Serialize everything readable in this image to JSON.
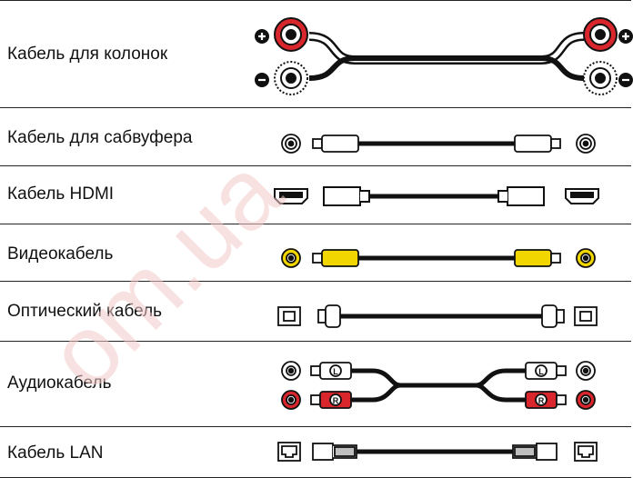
{
  "cables": [
    {
      "label": "Кабель для колонок",
      "icon": "speaker-cable-icon"
    },
    {
      "label": "Кабель для сабвуфера",
      "icon": "subwoofer-cable-icon"
    },
    {
      "label": "Кабель HDMI",
      "icon": "hdmi-cable-icon"
    },
    {
      "label": "Видеокабель",
      "icon": "video-cable-icon"
    },
    {
      "label": "Оптический кабель",
      "icon": "optical-cable-icon"
    },
    {
      "label": "Аудиокабель",
      "icon": "audio-cable-icon"
    },
    {
      "label": "Кабель LAN",
      "icon": "lan-cable-icon"
    }
  ],
  "audio_markers": {
    "left": "L",
    "right": "R"
  },
  "watermark": "om.ua",
  "colors": {
    "red": "#d9262c",
    "yellow": "#f2d600",
    "line": "#111111",
    "grey": "#bfbfbf"
  }
}
